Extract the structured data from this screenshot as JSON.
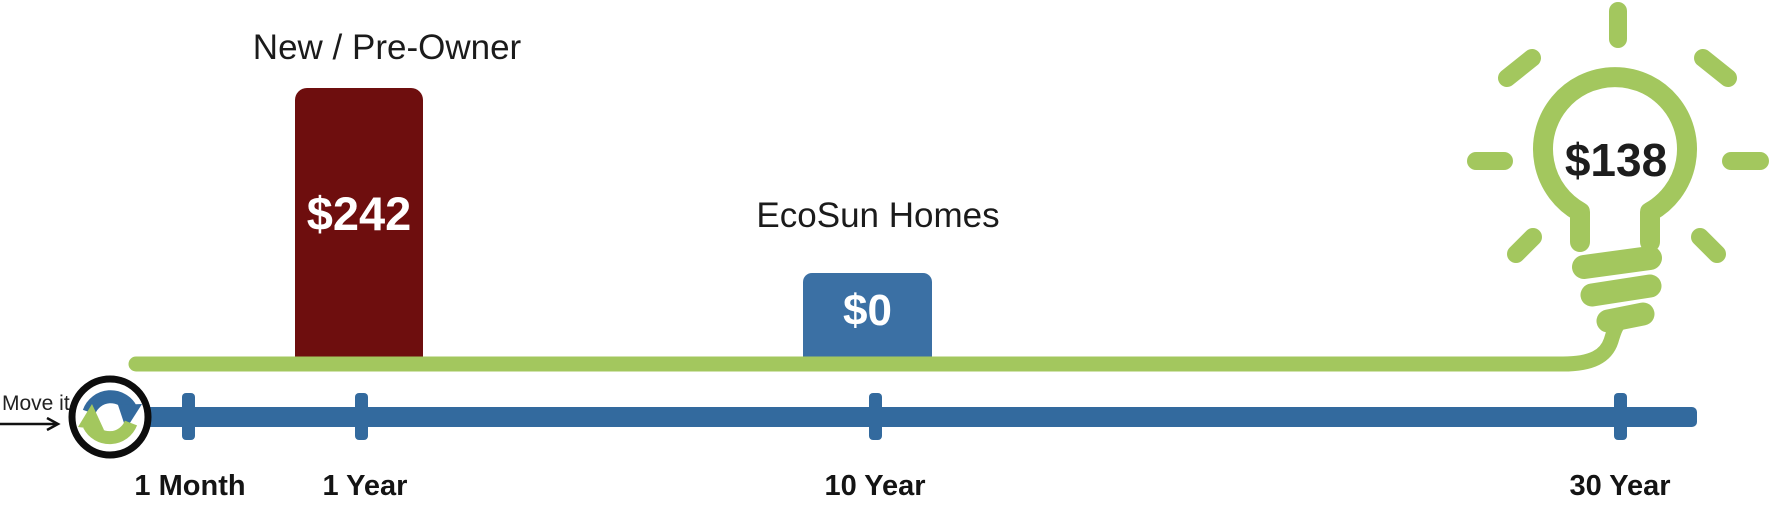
{
  "colors": {
    "green": "#a3c75e",
    "timeline-blue": "#336a9e",
    "bar-blue": "#3b70a4",
    "bar-red": "#6e0e0e",
    "text-dark": "#1b1b1b"
  },
  "annotation": {
    "move_label": "Move it"
  },
  "bars": {
    "new_preowner": {
      "label": "New / Pre-Owner",
      "value": "$242"
    },
    "ecosun": {
      "label": "EcoSun Homes",
      "value": "$0"
    }
  },
  "bulb": {
    "value": "$138"
  },
  "timeline": {
    "ticks": [
      {
        "label": "1 Month"
      },
      {
        "label": "1 Year"
      },
      {
        "label": "10 Year"
      },
      {
        "label": "30 Year"
      }
    ]
  },
  "chart_data": {
    "type": "bar",
    "title": "",
    "categories": [
      "1 Month",
      "1 Year",
      "10 Year",
      "30 Year"
    ],
    "series": [
      {
        "name": "New / Pre-Owner",
        "value": 242,
        "value_label": "$242",
        "at_tick": "1 Year",
        "color": "#6e0e0e"
      },
      {
        "name": "EcoSun Homes",
        "value": 0,
        "value_label": "$0",
        "at_tick": "10 Year",
        "color": "#3b70a4"
      },
      {
        "name": "Lightbulb endpoint",
        "value": 138,
        "value_label": "$138",
        "at_tick": "30 Year",
        "color": "#a3c75e"
      }
    ],
    "x_axis": {
      "style": "timeline",
      "ticks": [
        "1 Month",
        "1 Year",
        "10 Year",
        "30 Year"
      ]
    },
    "annotations": [
      {
        "text": "Move it",
        "target": "cycle handle at timeline start"
      }
    ],
    "legend": "none"
  }
}
